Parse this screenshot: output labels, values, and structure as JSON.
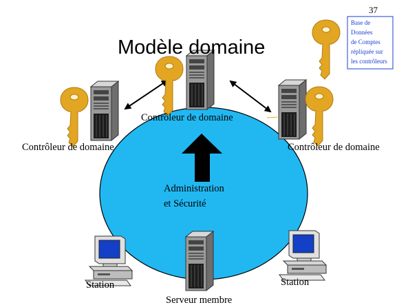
{
  "slide": {
    "page_number": "37",
    "title": "Modèle domaine",
    "note_box": {
      "lines": [
        "Base de",
        "Données",
        "de Comptes",
        "répliquée sur",
        "les contrôleurs"
      ]
    },
    "labels": {
      "controller_top": "Contrôleur  de domaine",
      "controller_left": "Contrôleur  de domaine",
      "controller_right": "Contrôleur  de domaine",
      "center_line1": "Administration",
      "center_line2": "et Sécurité",
      "station_left": "Station",
      "station_right": "Station",
      "member_server": "Serveur membre"
    }
  },
  "colors": {
    "ellipse_fill": "#21b8f2",
    "key_fill": "#e3a623",
    "note_text": "#1a3fd6",
    "server_body": "#9a9a9a",
    "monitor_screen": "#1440c8"
  },
  "icons": [
    "key-icon",
    "server-tower-icon",
    "desktop-computer-icon",
    "arrow-icon"
  ]
}
